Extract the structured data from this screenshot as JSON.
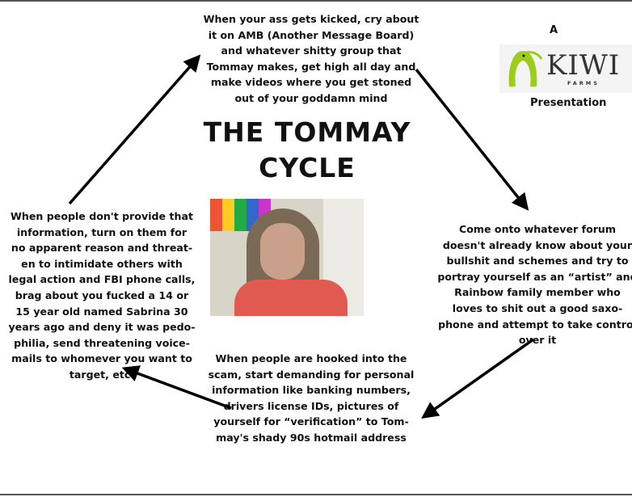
{
  "title": [
    "THE TOMMAY",
    "CYCLE"
  ],
  "logo": {
    "prefix": "A",
    "name": "KIWI",
    "subname": "FARMS",
    "suffix": "Presentation",
    "accent_color": "#9ccc1c"
  },
  "steps": {
    "top": [
      "When your ass gets kicked, cry about",
      "it on AMB (Another Message Board)",
      "and whatever shitty group that",
      "Tommay makes, get high all day and",
      "make videos where you get stoned",
      "out of your goddamn mind"
    ],
    "right": [
      "Come onto whatever forum",
      "doesn't already know about your",
      "bullshit and schemes and try to",
      "portray yourself as an “artist” and",
      "Rainbow family member who",
      "loves to shit out a good saxo-",
      "phone and attempt to take control",
      "over it"
    ],
    "bottom": [
      "When people are hooked into the",
      "scam, start demanding for personal",
      "information like banking numbers,",
      "drivers license IDs, pictures of",
      "yourself for “verification” to Tom-",
      "may's shady 90s hotmail address"
    ],
    "left": [
      "When people don't provide that",
      "information, turn on them for",
      "no apparent reason and threat-",
      "en to intimidate others with",
      "legal action and FBI phone calls,",
      "brag about you fucked a 14 or",
      "15 year old named Sabrina 30",
      "years ago and deny it was pedo-",
      "philia, send threatening voice-",
      "mails to whomever you want to",
      "target, etc."
    ]
  }
}
